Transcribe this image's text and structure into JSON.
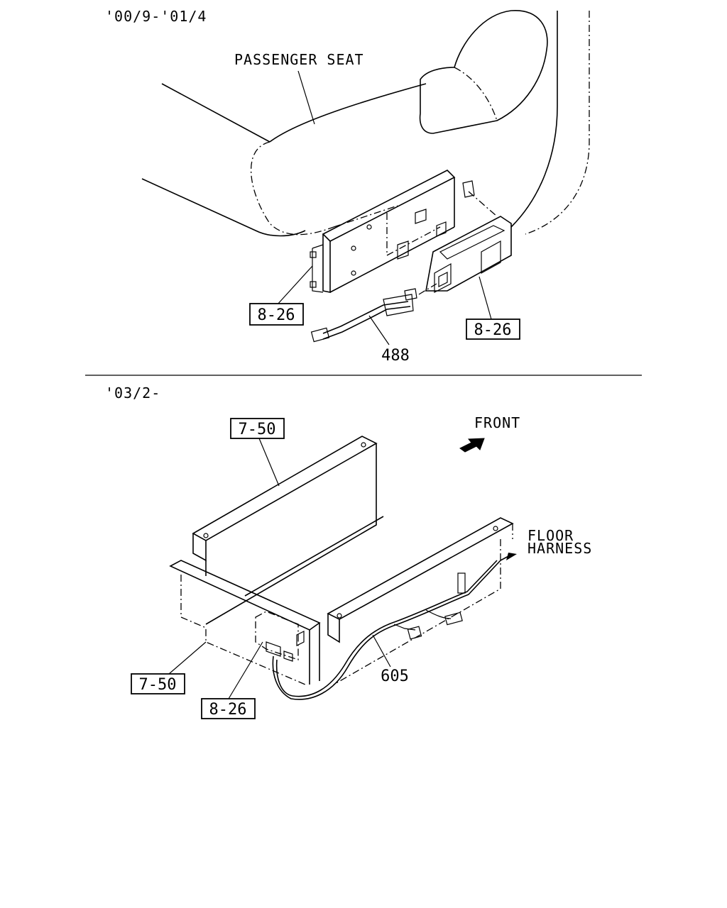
{
  "top_diagram": {
    "period": "'00/9-'01/4",
    "seat_label": "PASSENGER SEAT",
    "ref_left": "8-26",
    "ref_right": "8-26",
    "part_harness": "488"
  },
  "bottom_diagram": {
    "period": "'03/2-",
    "ref_top": "7-50",
    "ref_left": "7-50",
    "ref_bottom": "8-26",
    "front_label": "FRONT",
    "floor_label_1": "FLOOR",
    "floor_label_2": "HARNESS",
    "part_harness": "605"
  }
}
